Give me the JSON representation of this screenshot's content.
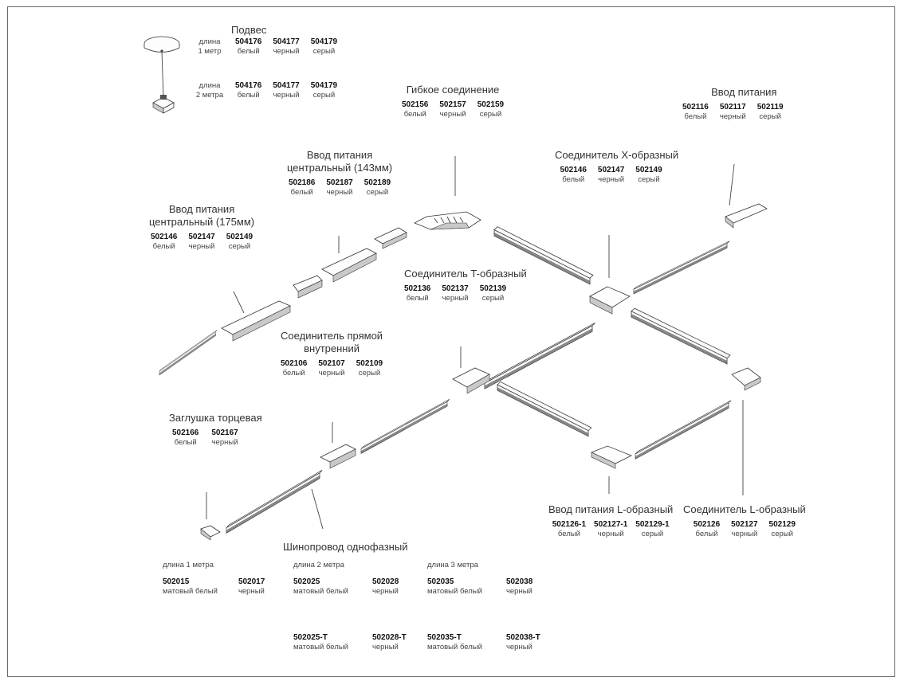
{
  "podves": {
    "title": "Подвес",
    "rows": [
      {
        "length_label_1": "длина",
        "length_label_2": "1 метр",
        "items": [
          {
            "code": "504176",
            "color": "белый"
          },
          {
            "code": "504177",
            "color": "черный"
          },
          {
            "code": "504179",
            "color": "серый"
          }
        ]
      },
      {
        "length_label_1": "длина",
        "length_label_2": "2 метра",
        "items": [
          {
            "code": "504176",
            "color": "белый"
          },
          {
            "code": "504177",
            "color": "черный"
          },
          {
            "code": "504179",
            "color": "серый"
          }
        ]
      }
    ]
  },
  "flex": {
    "title": "Гибкое соединение",
    "items": [
      {
        "code": "502156",
        "color": "белый"
      },
      {
        "code": "502157",
        "color": "черный"
      },
      {
        "code": "502159",
        "color": "серый"
      }
    ]
  },
  "power_in": {
    "title": "Ввод питания",
    "items": [
      {
        "code": "502116",
        "color": "белый"
      },
      {
        "code": "502117",
        "color": "черный"
      },
      {
        "code": "502119",
        "color": "серый"
      }
    ]
  },
  "power_c143": {
    "title_1": "Ввод питания",
    "title_2": "центральный (143мм)",
    "items": [
      {
        "code": "502186",
        "color": "белый"
      },
      {
        "code": "502187",
        "color": "черный"
      },
      {
        "code": "502189",
        "color": "серый"
      }
    ]
  },
  "x_conn": {
    "title": "Соединитель X-образный",
    "items": [
      {
        "code": "502146",
        "color": "белый"
      },
      {
        "code": "502147",
        "color": "черный"
      },
      {
        "code": "502149",
        "color": "серый"
      }
    ]
  },
  "power_c175": {
    "title_1": "Ввод питания",
    "title_2": "центральный (175мм)",
    "items": [
      {
        "code": "502146",
        "color": "белый"
      },
      {
        "code": "502147",
        "color": "черный"
      },
      {
        "code": "502149",
        "color": "серый"
      }
    ]
  },
  "t_conn": {
    "title": "Соединитель T-образный",
    "items": [
      {
        "code": "502136",
        "color": "белый"
      },
      {
        "code": "502137",
        "color": "черный"
      },
      {
        "code": "502139",
        "color": "серый"
      }
    ]
  },
  "straight": {
    "title_1": "Соединитель прямой",
    "title_2": "внутренний",
    "items": [
      {
        "code": "502106",
        "color": "белый"
      },
      {
        "code": "502107",
        "color": "черный"
      },
      {
        "code": "502109",
        "color": "серый"
      }
    ]
  },
  "end_cap": {
    "title": "Заглушка торцевая",
    "items": [
      {
        "code": "502166",
        "color": "белый"
      },
      {
        "code": "502167",
        "color": "черный"
      }
    ]
  },
  "power_l": {
    "title": "Ввод питания L-образный",
    "items": [
      {
        "code": "502126-1",
        "color": "белый"
      },
      {
        "code": "502127-1",
        "color": "черный"
      },
      {
        "code": "502129-1",
        "color": "серый"
      }
    ]
  },
  "l_conn": {
    "title": "Соединитель L-образный",
    "items": [
      {
        "code": "502126",
        "color": "белый"
      },
      {
        "code": "502127",
        "color": "черный"
      },
      {
        "code": "502129",
        "color": "серый"
      }
    ]
  },
  "busbar": {
    "title": "Шинопровод однофазный",
    "groups": [
      {
        "length": "длина 1 метра",
        "items": [
          {
            "code": "502015",
            "color": "матовый белый"
          },
          {
            "code": "502017",
            "color": "черный"
          }
        ]
      },
      {
        "length": "длина 2 метра",
        "items": [
          {
            "code": "502025",
            "color": "матовый белый"
          },
          {
            "code": "502028",
            "color": "черный"
          }
        ],
        "t_items": [
          {
            "code": "502025-T",
            "color": "матовый белый"
          },
          {
            "code": "502028-T",
            "color": "черный"
          }
        ]
      },
      {
        "length": "длина 3 метра",
        "items": [
          {
            "code": "502035",
            "color": "матовый белый"
          },
          {
            "code": "502038",
            "color": "черный"
          }
        ],
        "t_items": [
          {
            "code": "502035-T",
            "color": "матовый белый"
          },
          {
            "code": "502038-T",
            "color": "черный"
          }
        ]
      }
    ]
  }
}
